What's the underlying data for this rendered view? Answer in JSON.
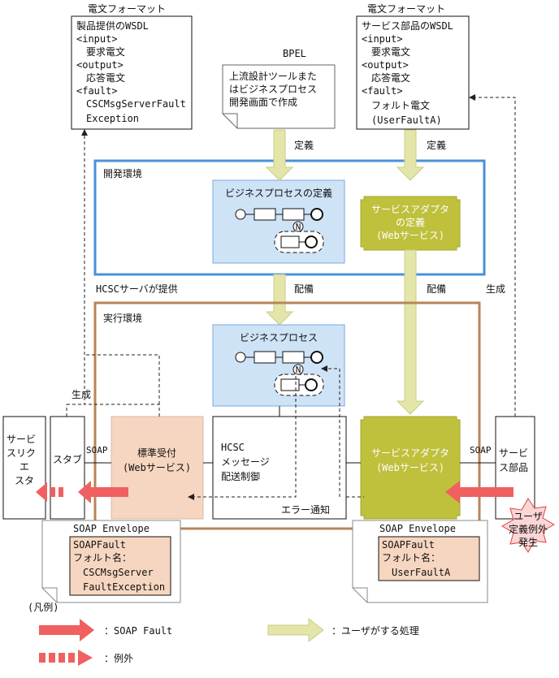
{
  "format_left": {
    "caption": "電文フォーマット",
    "lines": [
      "製品提供のWSDL",
      "<input>",
      "　要求電文",
      "<output>",
      "　応答電文",
      "<fault>",
      "　CSCMsgServerFault",
      "　Exception"
    ]
  },
  "format_right": {
    "caption": "電文フォーマット",
    "lines": [
      "サービス部品のWSDL",
      "<input>",
      "　要求電文",
      "<output>",
      "　応答電文",
      "<fault>",
      "　フォルト電文",
      "　(UserFaultA)"
    ]
  },
  "bpel": {
    "label": "BPEL",
    "lines": [
      "上流設計ツールまた",
      "はビジネスプロセス",
      "開発画面で作成"
    ]
  },
  "flow_labels": {
    "define_left": "定義",
    "define_right": "定義",
    "deploy_left": "配備",
    "deploy_right": "配備",
    "generate_right": "生成",
    "generate_left": "生成",
    "hcsc_provides": "HCSCサーバが提供",
    "error_notify": "エラー通知",
    "soap_left": "SOAP",
    "soap_right": "SOAP"
  },
  "dev_env": {
    "title": "開発環境",
    "bp_def_title": "ビジネスプロセスの定義",
    "adapter_def_lines": [
      "サービスアダプタ",
      "の定義",
      "(Webサービス)"
    ]
  },
  "run_env": {
    "title": "実行環境",
    "bp_title": "ビジネスプロセス",
    "std_receiver_lines": [
      "標準受付",
      "(Webサービス)"
    ],
    "hcsc_lines": [
      "HCSC",
      "メッセージ",
      "配送制御"
    ],
    "adapter_lines": [
      "サービスアダプタ",
      "(Webサービス)"
    ]
  },
  "client": {
    "lines": [
      "サービ",
      "スリク",
      "エ",
      "スタ"
    ]
  },
  "stub": {
    "label": "スタブ"
  },
  "service_part": {
    "lines": [
      "サービ",
      "ス部品"
    ]
  },
  "burst": {
    "lines": [
      "ユーザ",
      "定義例外",
      "発生"
    ]
  },
  "envelope_left": {
    "title": "SOAP Envelope",
    "lines": [
      "SOAPFault",
      "フォルト名：",
      "　CSCMsgServer",
      "　FaultException"
    ]
  },
  "envelope_right": {
    "title": "SOAP Envelope",
    "lines": [
      "SOAPFault",
      "フォルト名：",
      "　UserFaultA"
    ]
  },
  "legend": {
    "title": "(凡例)",
    "soap_fault": "：SOAP Fault",
    "exception": "：例外",
    "user_process": "：ユーザがする処理"
  },
  "colors": {
    "dev_border": "#4a90d9",
    "run_border": "#b8845a",
    "bp_fill": "#cfe3f7",
    "adapter_fill": "#bfc03c",
    "std_fill": "#f6d6c0",
    "envelope_fill": "#f6d6c0",
    "fault_arrow": "#f06060",
    "user_arrow": "#e3e6a8"
  }
}
